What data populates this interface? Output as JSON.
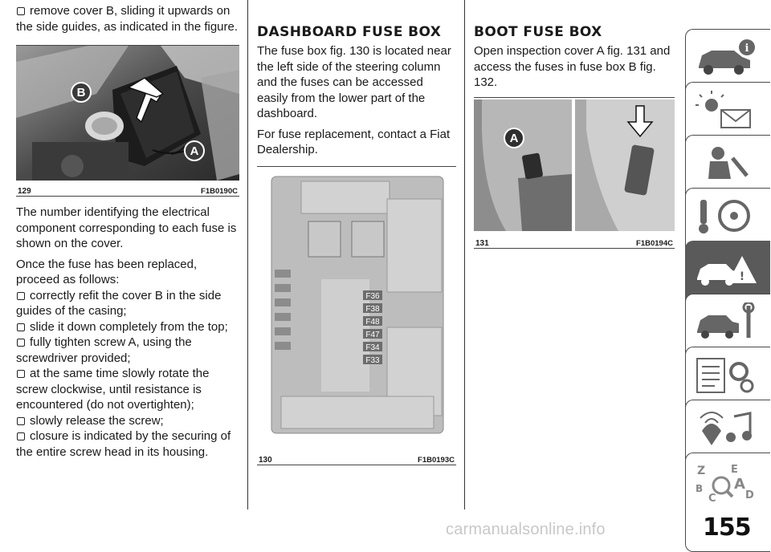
{
  "page_number": "155",
  "watermark": "carmanualsonline.info",
  "column1": {
    "intro": "remove cover B, sliding it upwards on the side guides, as indicated in the figure.",
    "figure": {
      "number": "129",
      "code": "F1B0190C",
      "label_b": "B",
      "label_a": "A"
    },
    "para1": "The number identifying the electrical component corresponding to each fuse is shown on the cover.",
    "para2": "Once the fuse has been replaced, proceed as follows:",
    "steps": [
      "correctly refit the cover B in the side guides of the casing;",
      "slide it down completely from the top;",
      "fully tighten screw A, using the screwdriver provided;",
      "at the same time slowly rotate the screw clockwise, until resistance is encountered (do not overtighten);",
      "slowly release the screw;",
      "closure is indicated by the securing of the entire screw head in its housing."
    ]
  },
  "column2": {
    "heading": "DASHBOARD FUSE BOX",
    "para1": "The fuse box fig. 130 is located near the left side of the steering column and the fuses can be accessed easily from the lower part of the dashboard.",
    "para2": "For fuse replacement, contact a Fiat Dealership.",
    "figure": {
      "number": "130",
      "code": "F1B0193C",
      "fuses": [
        "F36",
        "F38",
        "F48",
        "F47",
        "F34",
        "F33"
      ]
    }
  },
  "column3": {
    "heading": "BOOT FUSE BOX",
    "para1": "Open inspection cover A fig. 131 and access the fuses in fuse box B fig. 132.",
    "figure": {
      "number": "131",
      "code": "F1B0194C",
      "label_a": "A"
    }
  },
  "sidebar_tabs": [
    {
      "icon": "car-info-icon",
      "active": false
    },
    {
      "icon": "warning-lights-icon",
      "active": false
    },
    {
      "icon": "safety-airbag-icon",
      "active": false
    },
    {
      "icon": "steering-starting-icon",
      "active": false
    },
    {
      "icon": "emergency-breakdown-icon",
      "active": true
    },
    {
      "icon": "maintenance-car-icon",
      "active": false
    },
    {
      "icon": "technical-specs-icon",
      "active": false
    },
    {
      "icon": "multimedia-icon",
      "active": false
    },
    {
      "icon": "alphabetical-index-icon",
      "active": false
    }
  ],
  "colors": {
    "ink": "#1a1a1a",
    "tab_active": "#5a5a5a",
    "rule": "#333333"
  }
}
